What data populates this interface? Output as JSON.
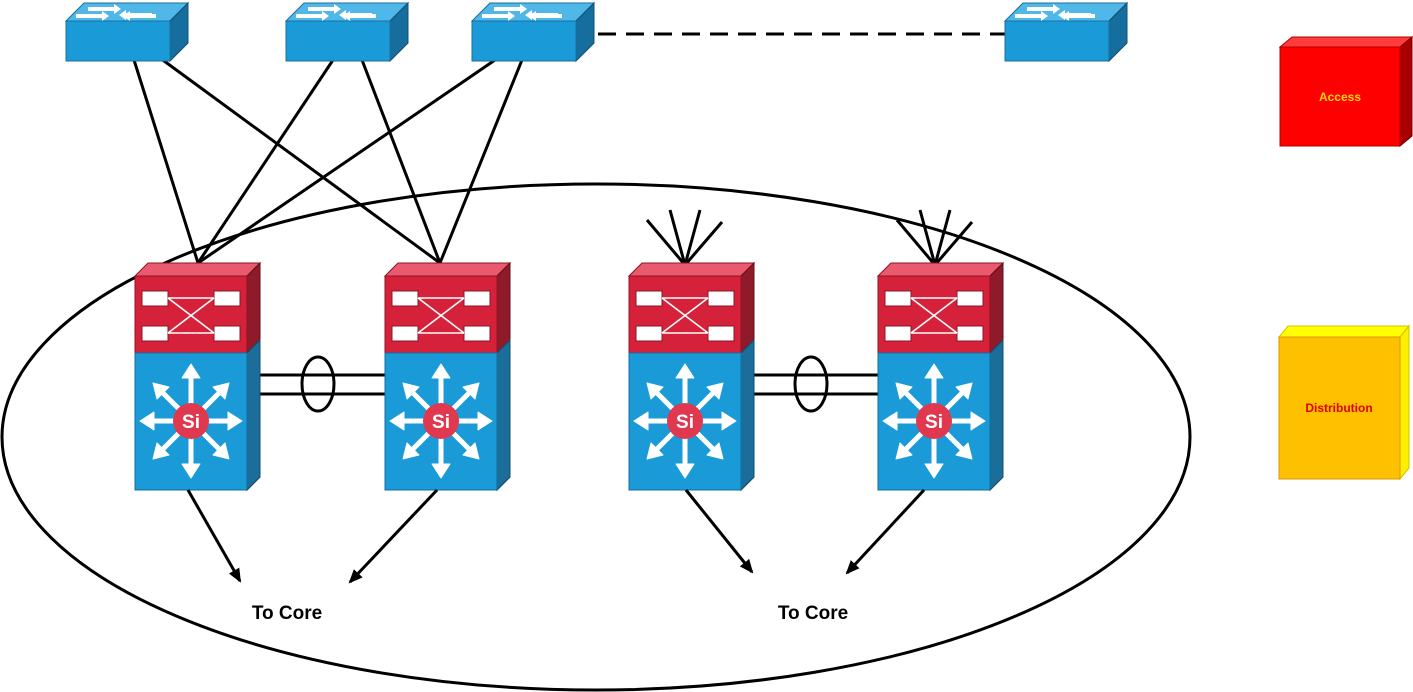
{
  "labels": {
    "to_core_left": "To Core",
    "to_core_right": "To Core"
  },
  "legend": {
    "access": {
      "label": "Access",
      "color": "#ff0000",
      "text_color": "#ffd700"
    },
    "distribution": {
      "label": "Distribution",
      "color": "#ffc000",
      "text_color": "#e00000"
    }
  },
  "switch_badge": "Si",
  "colors": {
    "access_switch": "#1a9bd7",
    "dist_top": "#d6213b",
    "dist_bottom": "#1a9bd7",
    "si_circle": "#e0384f"
  }
}
